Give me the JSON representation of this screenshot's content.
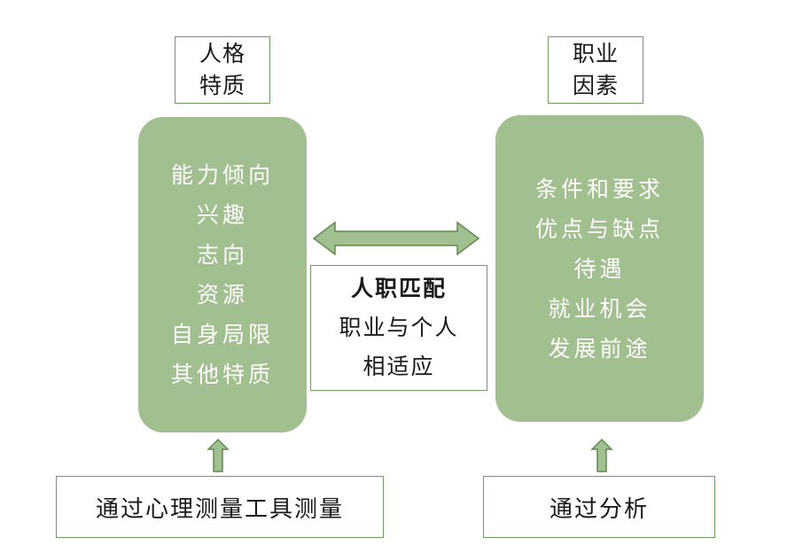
{
  "left": {
    "label_lines": [
      "人格",
      "特质"
    ],
    "items": [
      "能力倾向",
      "兴趣",
      "志向",
      "资源",
      "自身局限",
      "其他特质"
    ],
    "source": "通过心理测量工具测量"
  },
  "right": {
    "label_lines": [
      "职业",
      "因素"
    ],
    "items": [
      "条件和要求",
      "优点与缺点",
      "待遇",
      "就业机会",
      "发展前途"
    ],
    "source": "通过分析"
  },
  "center": {
    "title": "人职匹配",
    "lines": [
      "职业与个人",
      "相适应"
    ]
  },
  "colors": {
    "box_fill": "#a2bf8f",
    "border": "#6f9c5f",
    "arrow_fill": "#a2bf8f",
    "arrow_stroke": "#5e8c4e"
  }
}
